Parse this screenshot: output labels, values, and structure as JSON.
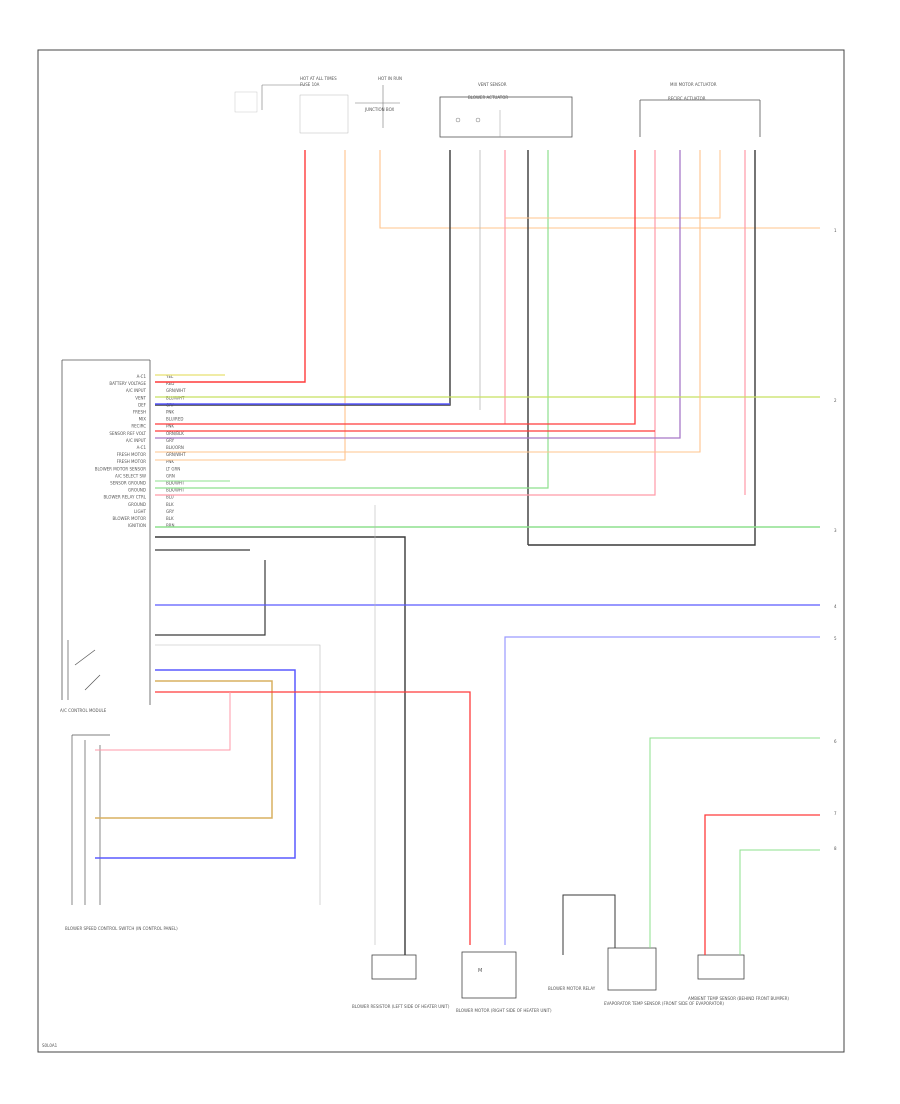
{
  "diagram": {
    "page_code": "S0L0A1",
    "right_connectors": [
      "1",
      "2",
      "3",
      "4",
      "5",
      "6",
      "7",
      "8"
    ],
    "module_pins": [
      {
        "label": "A-C1",
        "wire": "YEL"
      },
      {
        "label": "BATTERY VOLTAGE",
        "wire": "RED"
      },
      {
        "label": "A/C INPUT",
        "wire": "GRN/WHT"
      },
      {
        "label": "VENT",
        "wire": "BLU/WHT"
      },
      {
        "label": "DEF",
        "wire": "GRY"
      },
      {
        "label": "FRESH",
        "wire": "PNK"
      },
      {
        "label": "MIX",
        "wire": "BLU/RED"
      },
      {
        "label": "RECIRC",
        "wire": "PNK"
      },
      {
        "label": "SENSOR REF VOLT",
        "wire": "ORN/BLK"
      },
      {
        "label": "A/C INPUT",
        "wire": "GRY"
      },
      {
        "label": "A-C1",
        "wire": "BLK/ORN"
      },
      {
        "label": "FRESH MOTOR",
        "wire": "GRN/WHT"
      },
      {
        "label": "FRESH MOTOR",
        "wire": "PNK"
      },
      {
        "label": "BLOWER MOTOR SENSOR",
        "wire": "LT GRN"
      },
      {
        "label": "A/C SELECT SW",
        "wire": "GRN"
      },
      {
        "label": "SENSOR GROUND",
        "wire": "BLK/WHT"
      },
      {
        "label": "GROUND",
        "wire": "BLK/WHT"
      },
      {
        "label": "BLOWER RELAY CTRL",
        "wire": "BLU"
      },
      {
        "label": "GROUND",
        "wire": "BLK"
      },
      {
        "label": "LIGHT",
        "wire": "GRY"
      },
      {
        "label": "BLOWER MOTOR",
        "wire": "BLK"
      },
      {
        "label": "IGNITION",
        "wire": "BRN"
      }
    ],
    "components": [
      {
        "label": "HOT AT ALL TIMES",
        "sub": "FUSE 10A"
      },
      {
        "label": "HOT IN RUN",
        "sub": "JUNCTION BOX"
      },
      {
        "label": "VENT SENSOR",
        "sub": "BLOWER ACTUATOR"
      },
      {
        "label": "MIX MOTOR ACTUATOR",
        "sub": "RECIRC ACTUATOR"
      },
      {
        "label": "A/C CONTROL MODULE"
      },
      {
        "label": "BLOWER RESISTOR (LEFT SIDE OF HEATER UNIT)"
      },
      {
        "label": "BLOWER MOTOR (RIGHT SIDE OF HEATER UNIT)"
      },
      {
        "label": "BLOWER MOTOR RELAY"
      },
      {
        "label": "EVAPORATOR TEMP SENSOR (FRONT SIDE OF EVAPORATOR)"
      },
      {
        "label": "AMBIENT TEMP SENSOR (BEHIND FRONT BUMPER)"
      },
      {
        "label": "BLOWER SPEED CONTROL SWITCH (IN CONTROL PANEL)"
      }
    ],
    "colors": {
      "red": "#ff3b3b",
      "pink": "#ff9aa8",
      "orange": "#ffc48c",
      "yellow": "#e8e070",
      "green": "#8ee08e",
      "yellowgreen": "#c8e060",
      "blue": "#5a5aff",
      "lightblue": "#9a9aff",
      "purple": "#a878c8",
      "gold": "#d8b060",
      "black": "#3a3a3a",
      "gray": "#b8b8b8"
    }
  }
}
